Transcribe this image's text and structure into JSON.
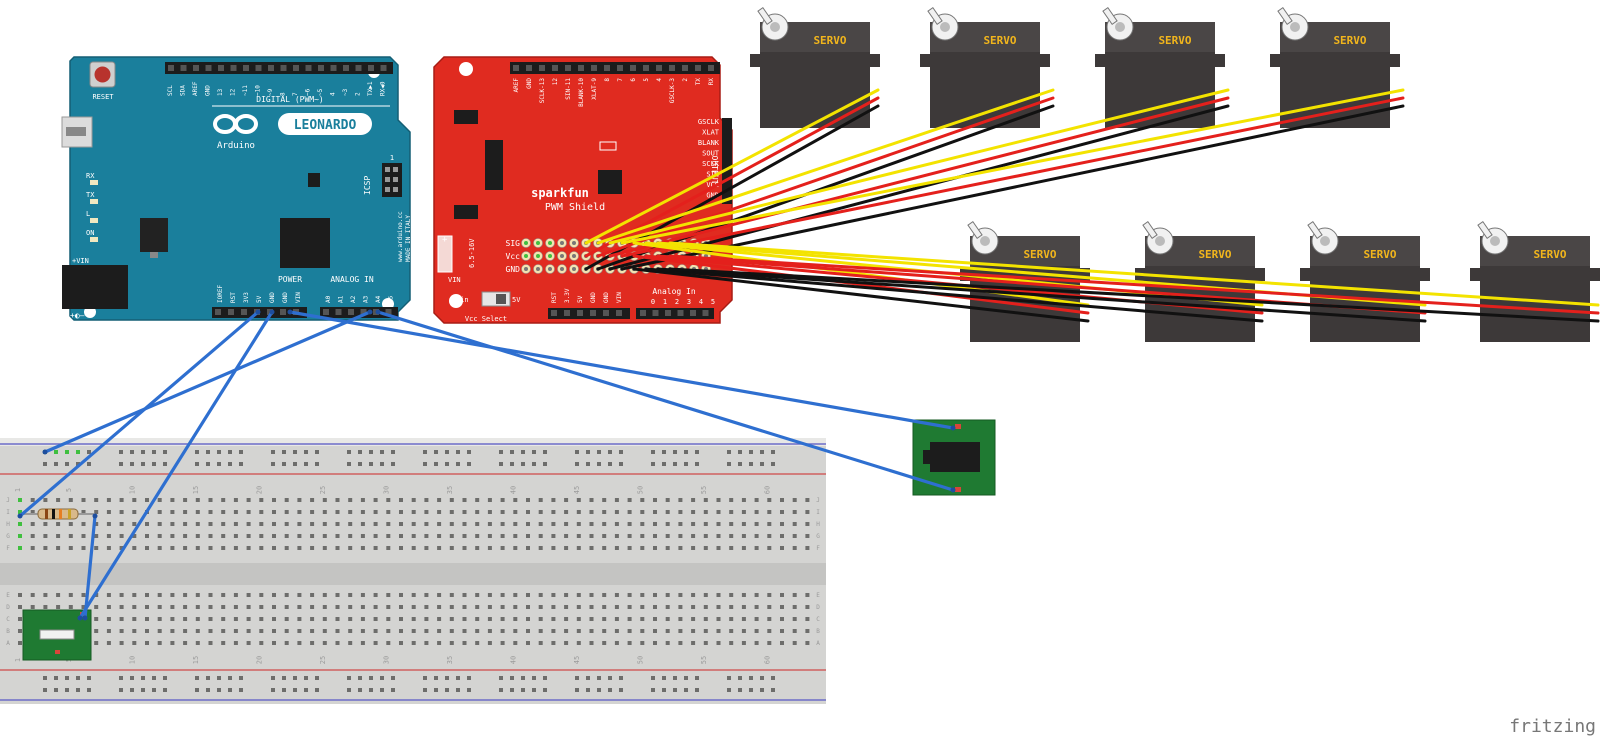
{
  "arduino": {
    "reset_label": "RESET",
    "model": "LEONARDO",
    "brand": "Arduino",
    "url": "www.arduino.cc",
    "made_in": "MADE IN ITALY",
    "icsp": "ICSP",
    "icsp_num": "1",
    "digital_label": "DIGITAL (PWM~)",
    "top_pins": [
      "SCL",
      "SDA",
      "AREF",
      "GND",
      "13",
      "12",
      "~11",
      "~10",
      "~9",
      "8",
      "7",
      "~6",
      "~5",
      "4",
      "~3",
      "2",
      "TX▶1",
      "RX◀0"
    ],
    "rx": "RX",
    "tx": "TX",
    "l": "L",
    "on": "ON",
    "vin_plus": "+VIN",
    "power_label": "POWER",
    "analog_label": "ANALOG IN",
    "power_pins": [
      "IOREF",
      "RST",
      "3V3",
      "5V",
      "GND",
      "GND",
      "VIN"
    ],
    "analog_pins": [
      "A0",
      "A1",
      "A2",
      "A3",
      "A4",
      "A5"
    ]
  },
  "shield": {
    "brand": "sparkfun",
    "name": "PWM Shield",
    "top_pins": [
      "AREF",
      "GND",
      "SCLK-13",
      "12",
      "SIN-11",
      "BLANK-10",
      "XLAT-9",
      "8",
      "7",
      "6",
      "5",
      "4",
      "GSCLK-3",
      "2",
      "TX",
      "RX"
    ],
    "output_label": "OUTPUT",
    "output_pins": [
      "GSCLK",
      "XLAT",
      "BLANK",
      "SOUT",
      "SCLK",
      "SIN",
      "VCC",
      "GND"
    ],
    "row_labels": [
      "SIG",
      "Vcc",
      "GND"
    ],
    "voltage": "6.5-16V",
    "vin_label": "VIN",
    "vin_sel": "Vin",
    "five_v": "5V",
    "vcc_select": "Vcc Select",
    "power_pins": [
      "RST",
      "3.3V",
      "5V",
      "GND",
      "GND",
      "VIN"
    ],
    "analog_label": "Analog In",
    "analog_pins": [
      "0",
      "1",
      "2",
      "3",
      "4",
      "5"
    ]
  },
  "servos": [
    {
      "label": "SERVO"
    },
    {
      "label": "SERVO"
    },
    {
      "label": "SERVO"
    },
    {
      "label": "SERVO"
    },
    {
      "label": "SERVO"
    },
    {
      "label": "SERVO"
    },
    {
      "label": "SERVO"
    },
    {
      "label": "SERVO"
    }
  ],
  "breadboard": {
    "column_numbers": [
      "1",
      "5",
      "10",
      "15",
      "20",
      "25",
      "30",
      "35",
      "40",
      "45",
      "50",
      "55",
      "60"
    ],
    "rows_top": [
      "J",
      "I",
      "H",
      "G",
      "F"
    ],
    "rows_bottom": [
      "E",
      "D",
      "C",
      "B",
      "A"
    ]
  },
  "watermark": "fritzing",
  "colors": {
    "arduino": "#1a7f9c",
    "shield": "#e02b20",
    "servo": "#3d3939",
    "servo_label": "#f1b51c",
    "wire_jumper": "#2e6fd0",
    "wire_signal": "#f3e300",
    "wire_power": "#e4201c",
    "wire_ground": "#111111",
    "pcb_green": "#1f7a32"
  }
}
